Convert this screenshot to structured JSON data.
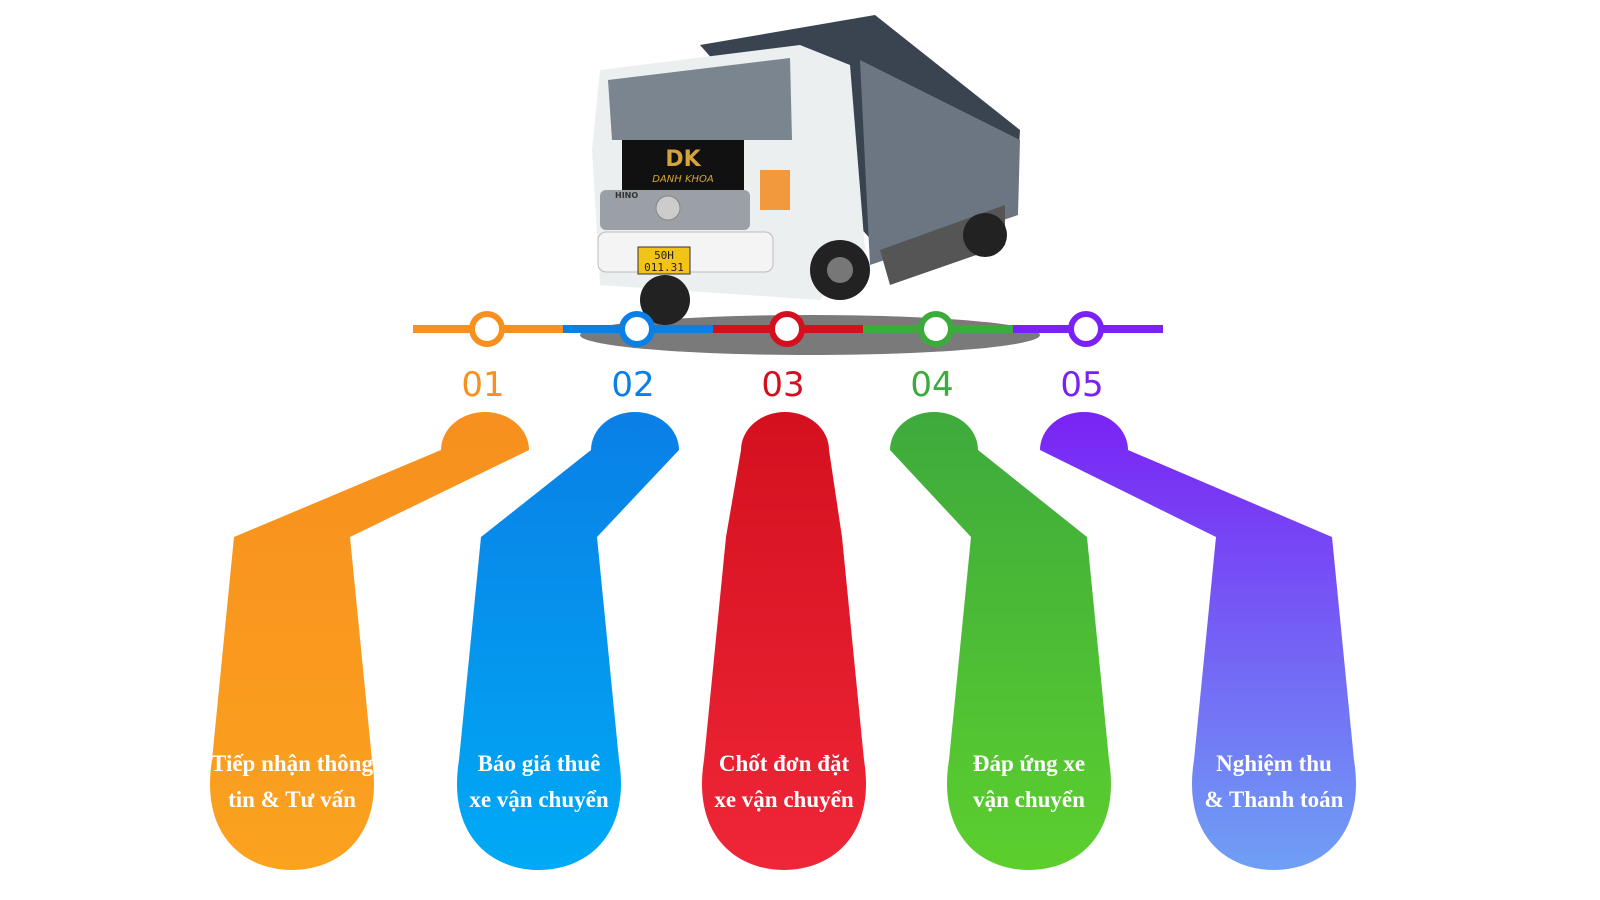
{
  "logo": {
    "brand": "DANH KHOA",
    "mark": "DK"
  },
  "truck": {
    "plate_line1": "50H",
    "plate_line2": "011.31",
    "make": "HINO"
  },
  "steps": [
    {
      "number": "01",
      "line1": "Tiếp nhận thông",
      "line2": "tin & Tư vấn",
      "color": "#f7901e",
      "color2": "#fba21f"
    },
    {
      "number": "02",
      "line1": "Báo giá thuê",
      "line2": "xe vận chuyển",
      "color": "#0a7fe6",
      "color2": "#00aaf5"
    },
    {
      "number": "03",
      "line1": "Chốt đơn đặt",
      "line2": "xe vận chuyển",
      "color": "#d4101f",
      "color2": "#ef2637"
    },
    {
      "number": "04",
      "line1": "Đáp ứng xe",
      "line2": "vận chuyển",
      "color": "#3daa3c",
      "color2": "#5ccf2e"
    },
    {
      "number": "05",
      "line1": "Nghiệm thu",
      "line2": "& Thanh toán",
      "color": "#7a22f5",
      "color2": "#6fa0f5"
    }
  ]
}
